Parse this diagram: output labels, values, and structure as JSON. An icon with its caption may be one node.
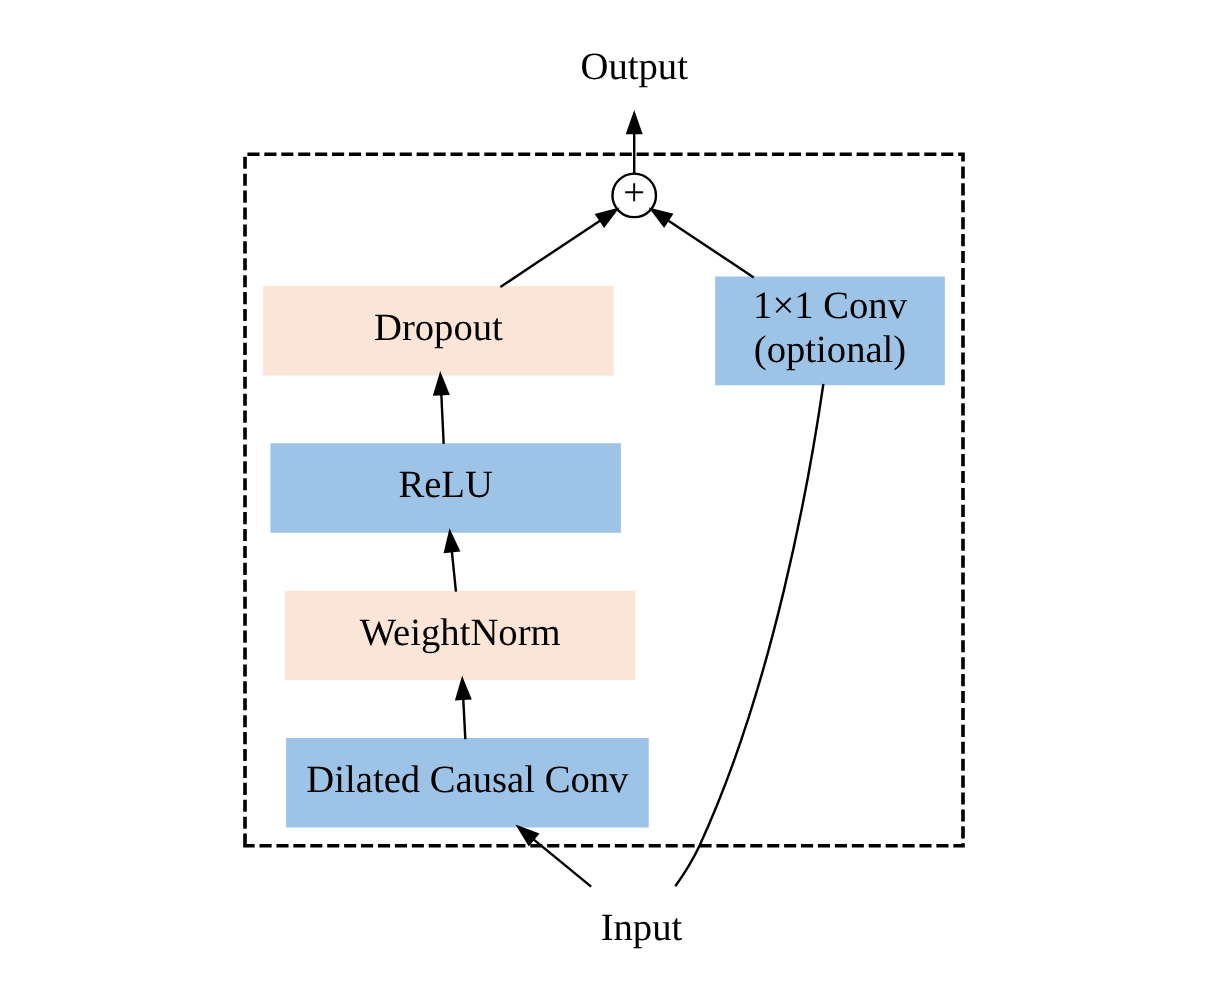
{
  "diagram": {
    "nodes": [
      {
        "text": [],
        "shape": "box"
      },
      {
        "text": [
          "Output"
        ]
      },
      {
        "text": [
          "+"
        ],
        "in": 0
      },
      {
        "text": [
          "Dropout"
        ],
        "in": 0
      },
      {
        "text": [
          "ReLU"
        ],
        "in": 0
      },
      {
        "text": [
          "WeightNorm"
        ],
        "in": 0
      },
      {
        "text": [
          "Dilated Causal Conv"
        ],
        "in": 0
      },
      {
        "text": [
          "1×1 Conv (optional)"
        ],
        "in": 0
      },
      {
        "text": [
          "Input"
        ]
      }
    ],
    "edges": [
      {
        "from": 8,
        "to": 6,
        "arrow": "to"
      },
      {
        "from": 8,
        "to": 7,
        "arrow": "none"
      },
      {
        "from": 6,
        "to": 5,
        "arrow": "to"
      },
      {
        "from": 5,
        "to": 4,
        "arrow": "to"
      },
      {
        "from": 4,
        "to": 3,
        "arrow": "to"
      },
      {
        "from": 3,
        "to": 2,
        "arrow": "to"
      },
      {
        "from": 7,
        "to": 2,
        "arrow": "to"
      },
      {
        "from": 2,
        "to": 1,
        "arrow": "to"
      }
    ]
  }
}
